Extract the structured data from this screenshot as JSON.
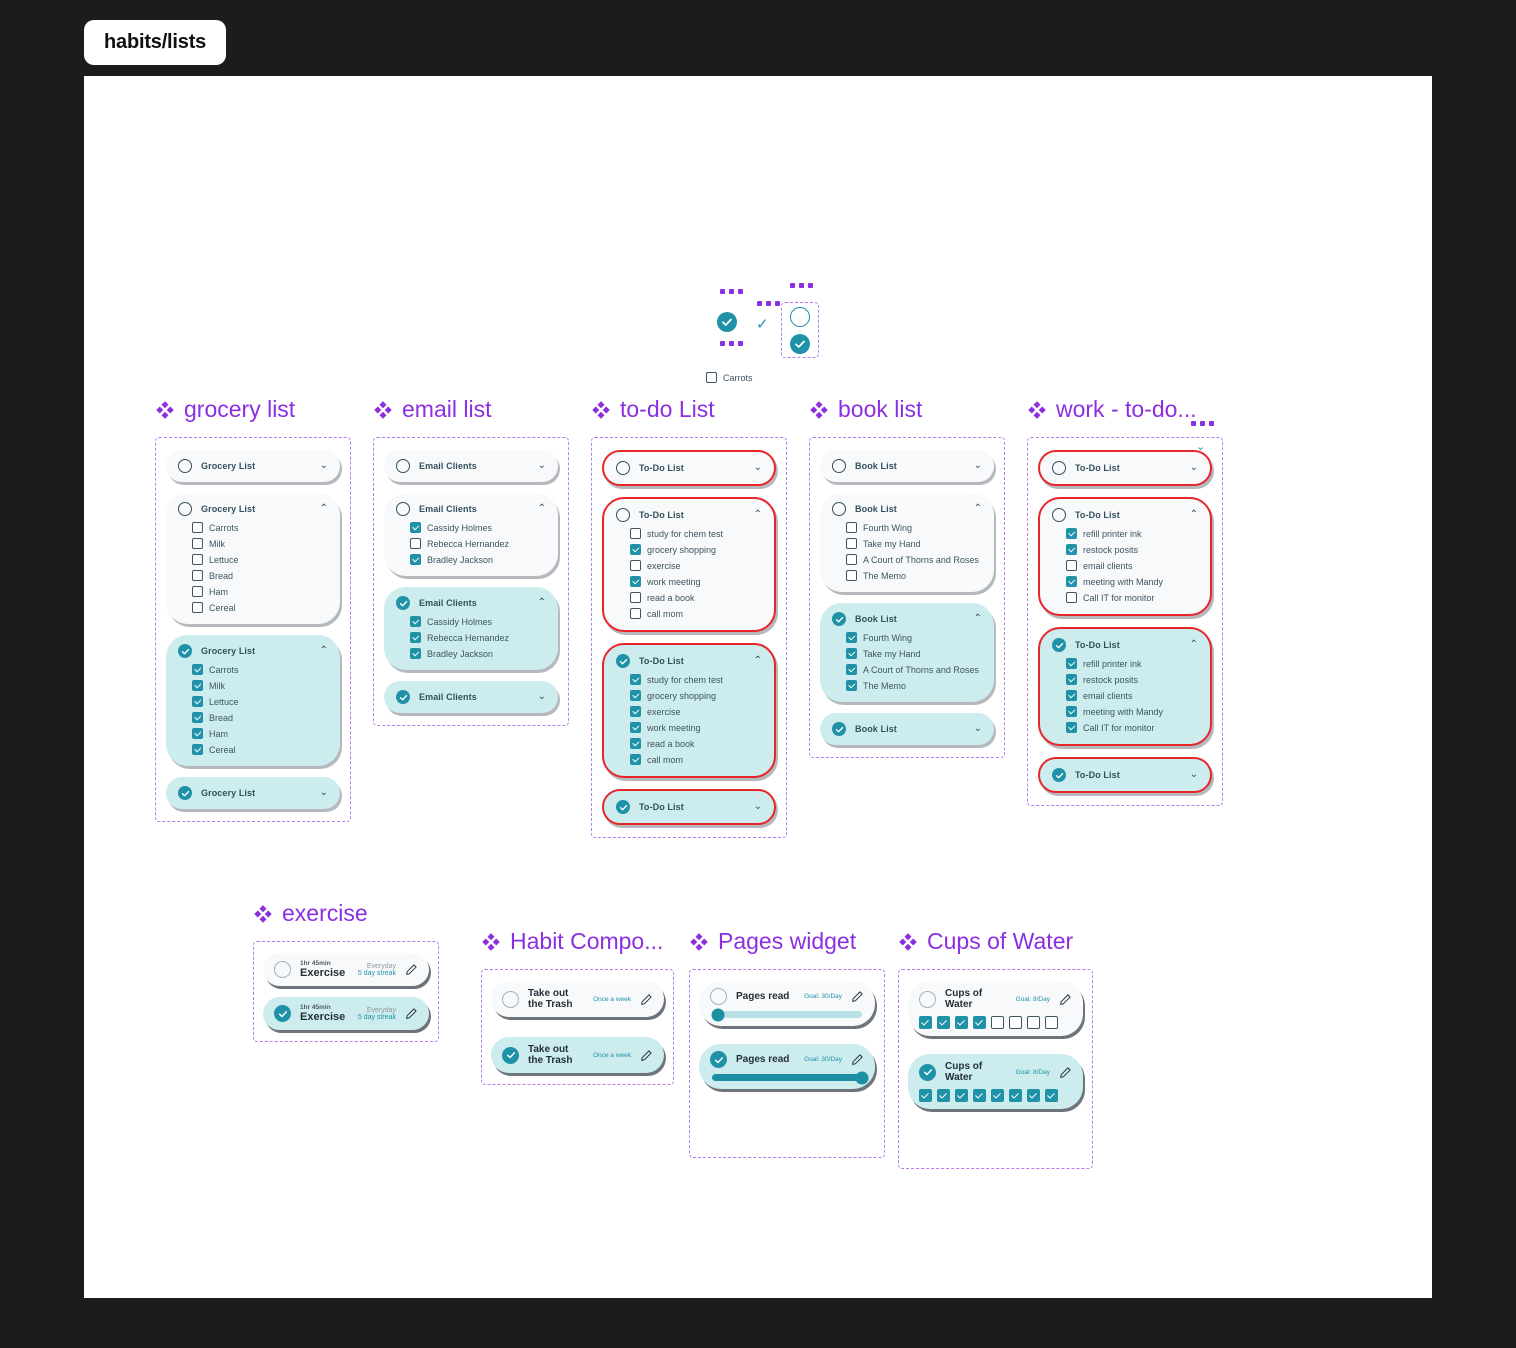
{
  "canvas": {
    "badge": "habits/lists"
  },
  "floating": {
    "carrots_label": "Carrots",
    "dots_icon": "three-dots-icon",
    "check_icon": "check-icon"
  },
  "colors": {
    "accent_purple": "#8b2fe0",
    "teal": "#2092a8",
    "teal_fill": "#cdeced",
    "red_outline": "#e8262a",
    "card_bg": "#f8f9fa"
  },
  "sections": [
    {
      "title": "grocery list",
      "outline": "none",
      "cards": [
        {
          "state": "empty",
          "title": "Grocery List",
          "expanded": false,
          "items": []
        },
        {
          "state": "empty",
          "title": "Grocery List",
          "expanded": true,
          "items": [
            {
              "label": "Carrots",
              "checked": false
            },
            {
              "label": "Milk",
              "checked": false
            },
            {
              "label": "Lettuce",
              "checked": false
            },
            {
              "label": "Bread",
              "checked": false
            },
            {
              "label": "Ham",
              "checked": false
            },
            {
              "label": "Cereal",
              "checked": false
            }
          ]
        },
        {
          "state": "done",
          "title": "Grocery List",
          "expanded": true,
          "items": [
            {
              "label": "Carrots",
              "checked": true
            },
            {
              "label": "Milk",
              "checked": true
            },
            {
              "label": "Lettuce",
              "checked": true
            },
            {
              "label": "Bread",
              "checked": true
            },
            {
              "label": "Ham",
              "checked": true
            },
            {
              "label": "Cereal",
              "checked": true
            }
          ]
        },
        {
          "state": "done",
          "title": "Grocery List",
          "expanded": false,
          "items": []
        }
      ]
    },
    {
      "title": "email list",
      "outline": "none",
      "cards": [
        {
          "state": "empty",
          "title": "Email Clients",
          "expanded": false,
          "items": []
        },
        {
          "state": "empty",
          "title": "Email Clients",
          "expanded": true,
          "items": [
            {
              "label": "Cassidy Holmes",
              "checked": true
            },
            {
              "label": "Rebecca Hernandez",
              "checked": false
            },
            {
              "label": "Bradley Jackson",
              "checked": true
            }
          ]
        },
        {
          "state": "done",
          "title": "Email Clients",
          "expanded": true,
          "items": [
            {
              "label": "Cassidy Holmes",
              "checked": true
            },
            {
              "label": "Rebecca Hernandez",
              "checked": true
            },
            {
              "label": "Bradley Jackson",
              "checked": true
            }
          ]
        },
        {
          "state": "done",
          "title": "Email Clients",
          "expanded": false,
          "items": []
        }
      ]
    },
    {
      "title": "to-do List",
      "outline": "red",
      "cards": [
        {
          "state": "empty",
          "title": "To-Do List",
          "expanded": false,
          "items": []
        },
        {
          "state": "empty",
          "title": "To-Do List",
          "expanded": true,
          "items": [
            {
              "label": "study for chem test",
              "checked": false
            },
            {
              "label": "grocery shopping",
              "checked": true
            },
            {
              "label": "exercise",
              "checked": false
            },
            {
              "label": "work meeting",
              "checked": true
            },
            {
              "label": "read a book",
              "checked": false
            },
            {
              "label": "call mom",
              "checked": false
            }
          ]
        },
        {
          "state": "done",
          "title": "To-Do List",
          "expanded": true,
          "items": [
            {
              "label": "study for chem test",
              "checked": true
            },
            {
              "label": "grocery shopping",
              "checked": true
            },
            {
              "label": "exercise",
              "checked": true
            },
            {
              "label": "work meeting",
              "checked": true
            },
            {
              "label": "read a book",
              "checked": true
            },
            {
              "label": "call mom",
              "checked": true
            }
          ]
        },
        {
          "state": "done",
          "title": "To-Do List",
          "expanded": false,
          "items": []
        }
      ]
    },
    {
      "title": "book list",
      "outline": "none",
      "cards": [
        {
          "state": "empty",
          "title": "Book List",
          "expanded": false,
          "items": []
        },
        {
          "state": "empty",
          "title": "Book List",
          "expanded": true,
          "items": [
            {
              "label": "Fourth Wing",
              "checked": false
            },
            {
              "label": "Take my Hand",
              "checked": false
            },
            {
              "label": "A Court of Thorns and Roses",
              "checked": false
            },
            {
              "label": "The Memo",
              "checked": false
            }
          ]
        },
        {
          "state": "done",
          "title": "Book List",
          "expanded": true,
          "items": [
            {
              "label": "Fourth Wing",
              "checked": true
            },
            {
              "label": "Take my Hand",
              "checked": true
            },
            {
              "label": "A Court of Thorns and Roses",
              "checked": true
            },
            {
              "label": "The Memo",
              "checked": true
            }
          ]
        },
        {
          "state": "done",
          "title": "Book List",
          "expanded": false,
          "items": []
        }
      ]
    },
    {
      "title": "work - to-do...",
      "outline": "red",
      "cards": [
        {
          "state": "empty",
          "title": "To-Do List",
          "expanded": false,
          "items": []
        },
        {
          "state": "empty",
          "title": "To-Do List",
          "expanded": true,
          "items": [
            {
              "label": "refill printer ink",
              "checked": true
            },
            {
              "label": "restock posits",
              "checked": true
            },
            {
              "label": "email clients",
              "checked": false
            },
            {
              "label": "meeting with Mandy",
              "checked": true
            },
            {
              "label": "Call IT for monitor",
              "checked": false
            }
          ]
        },
        {
          "state": "done",
          "title": "To-Do List",
          "expanded": true,
          "items": [
            {
              "label": "refill printer ink",
              "checked": true
            },
            {
              "label": "restock posits",
              "checked": true
            },
            {
              "label": "email clients",
              "checked": true
            },
            {
              "label": "meeting with Mandy",
              "checked": true
            },
            {
              "label": "Call IT for monitor",
              "checked": true
            }
          ]
        },
        {
          "state": "done",
          "title": "To-Do List",
          "expanded": false,
          "items": []
        }
      ]
    }
  ],
  "exercise": {
    "title": "exercise",
    "rows": [
      {
        "state": "empty",
        "time": "1hr 45min",
        "name": "Exercise",
        "freq": "Everyday",
        "streak": "5 day streak"
      },
      {
        "state": "done",
        "time": "1hr 45min",
        "name": "Exercise",
        "freq": "Everyday",
        "streak": "5 day streak"
      }
    ]
  },
  "habit_component": {
    "title": "Habit Compo...",
    "rows": [
      {
        "state": "empty",
        "label": "Take out the Trash",
        "meta": "Once a week"
      },
      {
        "state": "done",
        "label": "Take out the Trash",
        "meta": "Once a week"
      }
    ]
  },
  "pages_widget": {
    "title": "Pages widget",
    "rows": [
      {
        "state": "empty",
        "label": "Pages read",
        "goal": "Goal: 30/Day",
        "progress": 3
      },
      {
        "state": "done",
        "label": "Pages read",
        "goal": "Goal: 30/Day",
        "progress": 100
      }
    ]
  },
  "cups_of_water": {
    "title": "Cups of Water",
    "rows": [
      {
        "state": "empty",
        "label": "Cups of Water",
        "goal": "Goal: 8/Day",
        "total": 8,
        "filled": 4
      },
      {
        "state": "done",
        "label": "Cups of Water",
        "goal": "Goal: 8/Day",
        "total": 8,
        "filled": 8
      }
    ]
  }
}
